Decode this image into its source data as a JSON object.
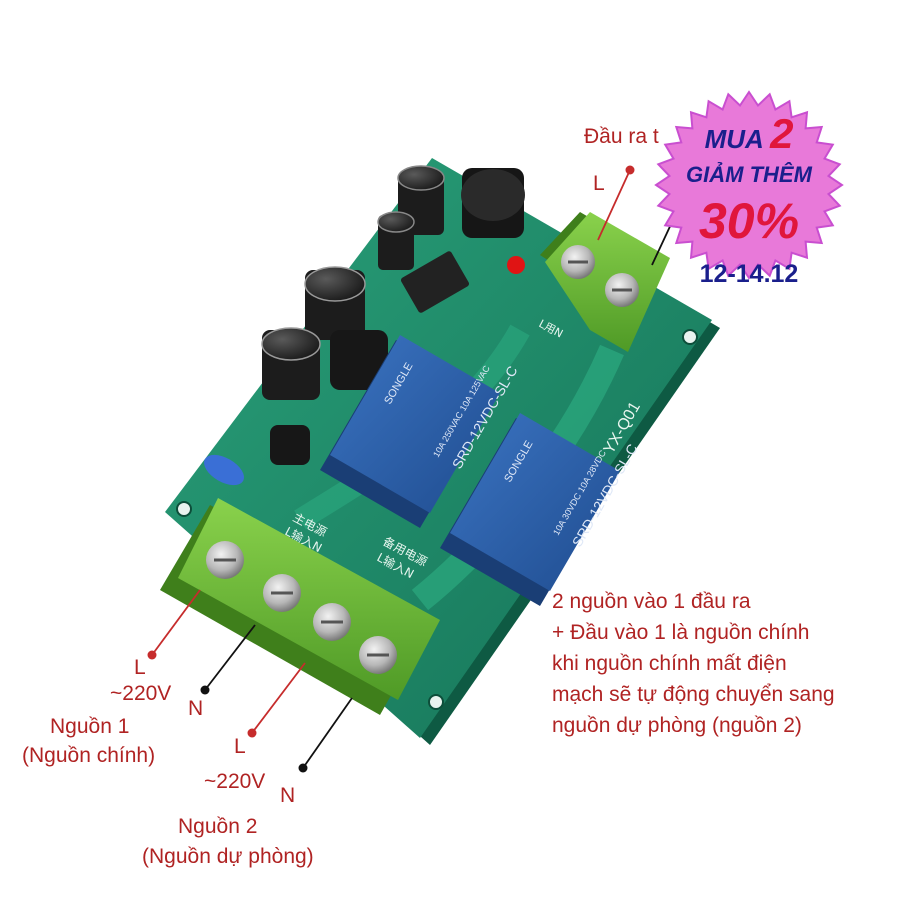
{
  "badge": {
    "line1_prefix": "MUA",
    "line1_number": "2",
    "line2": "GIẢM THÊM",
    "percent": "30%",
    "dates": "12-14.12",
    "colors": {
      "burst": "#e879d9",
      "burst_edge": "#c94fd0",
      "navy": "#1a1f8c",
      "red": "#e0163c"
    }
  },
  "output": {
    "title": "Đầu ra t",
    "L": "L"
  },
  "board": {
    "relay_brand": "SONGLE",
    "relay_ratings_1": "10A 250VAC  10A 125VAC",
    "relay_ratings_2": "10A 30VDC  10A 28VDC",
    "relay_model": "SRD-12VDC-SL-C",
    "model": "YX-Q01",
    "cn_main": "L输入N",
    "cn_main_title": "主电源",
    "cn_backup": "L输入N",
    "cn_backup_title": "备用电源",
    "cn_out": "L用N",
    "colors": {
      "pcb": "#1f8f6a",
      "terminal": "#6fbf3a",
      "relay": "#2d5fa8"
    }
  },
  "source1": {
    "L": "L",
    "voltage": "~220V",
    "N": "N",
    "name": "Nguồn 1",
    "role": "(Nguồn chính)"
  },
  "source2": {
    "L": "L",
    "voltage": "~220V",
    "N": "N",
    "name": "Nguồn 2",
    "role": "(Nguồn dự phòng)"
  },
  "description": [
    "2 nguồn vào 1 đầu ra",
    "+ Đầu vào 1 là nguồn chính",
    "khi nguồn chính mất điện",
    "mạch sẽ tự động chuyển sang",
    "nguồn dự phòng (nguồn 2)"
  ]
}
